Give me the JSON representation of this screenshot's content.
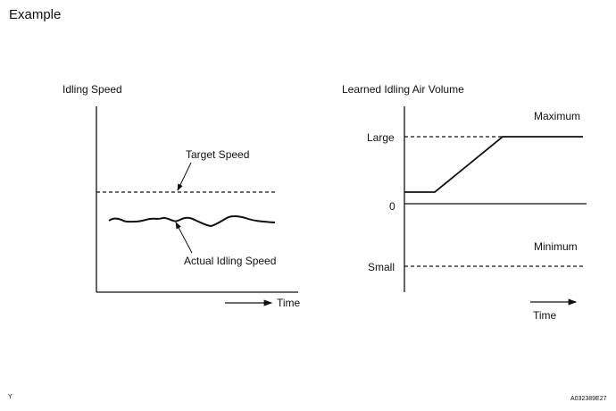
{
  "header": {
    "title": "Example"
  },
  "left_panel": {
    "title": "Idling Speed",
    "target_label": "Target Speed",
    "actual_label": "Actual Idling Speed",
    "time_label": "Time"
  },
  "right_panel": {
    "title": "Learned Idling Air Volume",
    "maximum_label": "Maximum",
    "minimum_label": "Minimum",
    "large_label": "Large",
    "zero_label": "0",
    "small_label": "Small",
    "time_label": "Time"
  },
  "footer": {
    "left_mark": "Y",
    "figure_code": "A032389E27"
  }
}
